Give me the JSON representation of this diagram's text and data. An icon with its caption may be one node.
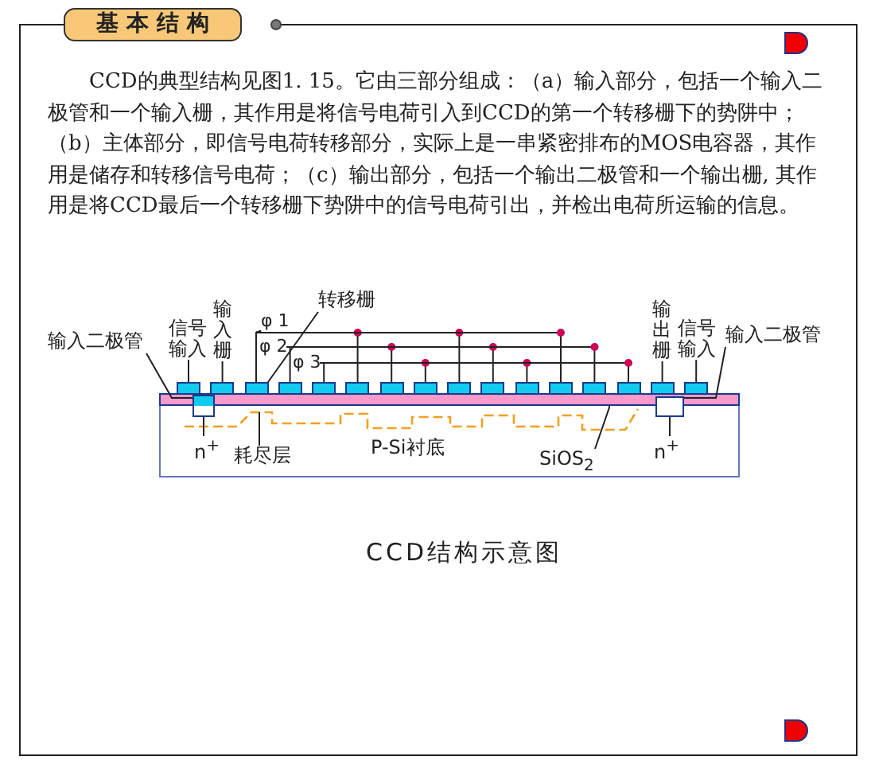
{
  "diagram": {
    "title": "基 本 结 构",
    "caption": "CCD结构示意图",
    "labels": [
      "CCD的典型结构见图1. 15。它由三部分组成：（a）输入部分，包括一个输入二极管和一个输入栅，其作用是将信号电荷引入到CCD的第一个转移栅下的势阱中；（b）主体部分，即信号电荷转移部分，实际上是一串紧密排布的MOS电容器，其作用是储存和转移信号电荷；（c）输出部分，包括一个输出二极管和一个输出栅, 其作用是将CCD最后一个转移栅下势阱中的信号电荷引出，并检出电荷所运输的信息。"
    ],
    "nodes": [
      {
        "text": [
          "输入二极管"
        ]
      },
      {
        "text": [
          "信号输入"
        ]
      },
      {
        "text": [
          "输入栅"
        ]
      },
      {
        "text": [
          "转移栅"
        ]
      },
      {
        "text": [
          "φ 1"
        ]
      },
      {
        "text": [
          "φ 2"
        ]
      },
      {
        "text": [
          "φ 3"
        ]
      },
      {
        "text": [
          "输出栅"
        ]
      },
      {
        "text": [
          "信号输入"
        ]
      },
      {
        "text": [
          "输入二极管"
        ]
      },
      {
        "text": [],
        "shape": "box"
      },
      {
        "text": [],
        "shape": "box"
      },
      {
        "text": [],
        "shape": "box"
      },
      {
        "text": [],
        "shape": "box"
      },
      {
        "text": [],
        "shape": "box"
      },
      {
        "text": [],
        "shape": "box"
      },
      {
        "text": [],
        "shape": "box"
      },
      {
        "text": [],
        "shape": "box"
      },
      {
        "text": [],
        "shape": "box"
      },
      {
        "text": [],
        "shape": "box"
      },
      {
        "text": [],
        "shape": "box"
      },
      {
        "text": [],
        "shape": "box"
      },
      {
        "text": [],
        "shape": "box"
      },
      {
        "text": [],
        "shape": "box"
      },
      {
        "text": [],
        "shape": "box"
      },
      {
        "text": [],
        "shape": "box"
      },
      {
        "text": [],
        "shape": "bar"
      },
      {
        "text": [
          "P-Si衬底"
        ]
      },
      {
        "text": [],
        "shape": "box"
      },
      {
        "text": [],
        "shape": "box"
      },
      {
        "text": [],
        "shape": "line",
        "in": 27
      },
      {
        "text": [
          "n$^{+}$"
        ],
        "in": 27
      },
      {
        "text": [
          "耗尽层"
        ],
        "in": 27
      },
      {
        "text": [
          "SiOS$_{2}$"
        ],
        "in": 27
      },
      {
        "text": [
          "n$^{+}$"
        ],
        "in": 27
      }
    ],
    "edges": [
      {
        "from": 0,
        "to": 28,
        "arrow": "none"
      },
      {
        "from": 1,
        "to": 10,
        "arrow": "none"
      },
      {
        "from": 2,
        "to": 11,
        "arrow": "none"
      },
      {
        "from": 3,
        "to": 12,
        "arrow": "none"
      },
      {
        "from": 4,
        "to": 12,
        "arrow": "none"
      },
      {
        "from": 4,
        "to": 15,
        "arrow": "none"
      },
      {
        "from": 4,
        "to": 18,
        "arrow": "none"
      },
      {
        "from": 4,
        "to": 21,
        "arrow": "none"
      },
      {
        "from": 5,
        "to": 13,
        "arrow": "none"
      },
      {
        "from": 5,
        "to": 16,
        "arrow": "none"
      },
      {
        "from": 5,
        "to": 19,
        "arrow": "none"
      },
      {
        "from": 5,
        "to": 22,
        "arrow": "none"
      },
      {
        "from": 6,
        "to": 14,
        "arrow": "none"
      },
      {
        "from": 6,
        "to": 17,
        "arrow": "none"
      },
      {
        "from": 6,
        "to": 20,
        "arrow": "none"
      },
      {
        "from": 6,
        "to": 23,
        "arrow": "none"
      },
      {
        "from": 7,
        "to": 24,
        "arrow": "none"
      },
      {
        "from": 8,
        "to": 25,
        "arrow": "none"
      },
      {
        "from": 9,
        "to": 29,
        "arrow": "none"
      },
      {
        "from": 31,
        "to": 28,
        "arrow": "none"
      },
      {
        "from": 32,
        "to": 30,
        "arrow": "none"
      },
      {
        "from": 33,
        "to": 26,
        "arrow": "none"
      },
      {
        "from": 34,
        "to": 29,
        "arrow": "none"
      }
    ]
  }
}
